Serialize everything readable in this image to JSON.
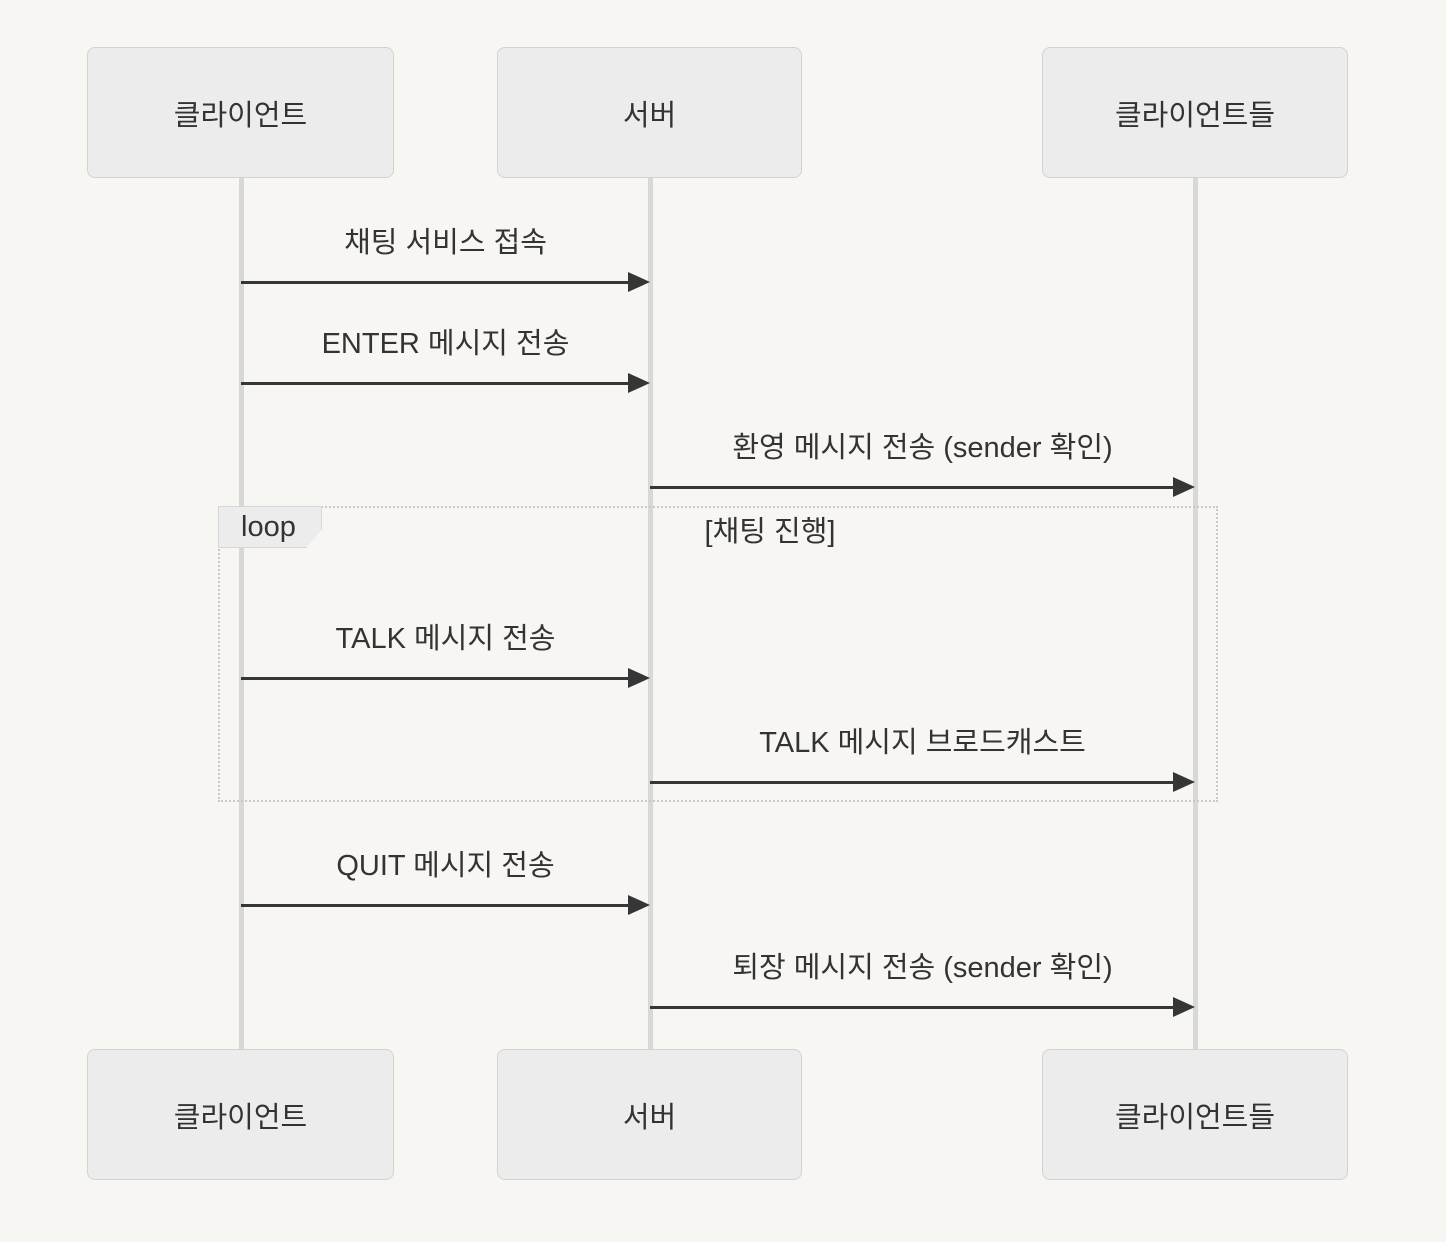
{
  "diagram": {
    "type": "sequence-diagram",
    "actors": [
      {
        "id": "client",
        "label": "클라이언트"
      },
      {
        "id": "server",
        "label": "서버"
      },
      {
        "id": "clients",
        "label": "클라이언트들"
      }
    ],
    "messages": [
      {
        "from": "client",
        "to": "server",
        "label": "채팅 서비스 접속"
      },
      {
        "from": "client",
        "to": "server",
        "label": "ENTER 메시지 전송"
      },
      {
        "from": "server",
        "to": "clients",
        "label": "환영 메시지 전송 (sender 확인)"
      },
      {
        "from": "client",
        "to": "server",
        "label": "TALK 메시지 전송",
        "in_loop": true
      },
      {
        "from": "server",
        "to": "clients",
        "label": "TALK 메시지 브로드캐스트",
        "in_loop": true
      },
      {
        "from": "client",
        "to": "server",
        "label": "QUIT 메시지 전송"
      },
      {
        "from": "server",
        "to": "clients",
        "label": "퇴장 메시지 전송 (sender 확인)"
      }
    ],
    "loop": {
      "keyword": "loop",
      "condition": "[채팅 진행]"
    },
    "colors": {
      "background": "#f7f6f3",
      "actor_fill": "#ececec",
      "actor_border": "#d2d2d2",
      "lifeline": "#d8d8d8",
      "arrow": "#363636",
      "text": "#333333",
      "loop_border": "#c9c9c9"
    }
  }
}
